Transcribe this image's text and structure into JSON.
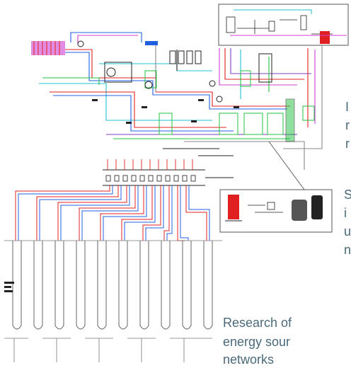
{
  "captions": {
    "line1": "Research of",
    "line2": "energy sour",
    "line3": "networks"
  },
  "edge_fragments": {
    "f1": "I",
    "f2": "r",
    "f3": "r",
    "f4": "S",
    "f5": "i",
    "f6": "u",
    "f7": "n"
  },
  "colors": {
    "text": "#4a6a7a",
    "pipe_red": "#e02020",
    "pipe_blue": "#2060e0",
    "pipe_cyan": "#20c0d0",
    "pipe_magenta": "#d040d0",
    "pipe_green": "#20c040",
    "pipe_purple": "#8040c0",
    "line_dark": "#222222",
    "line_gray": "#888888"
  }
}
